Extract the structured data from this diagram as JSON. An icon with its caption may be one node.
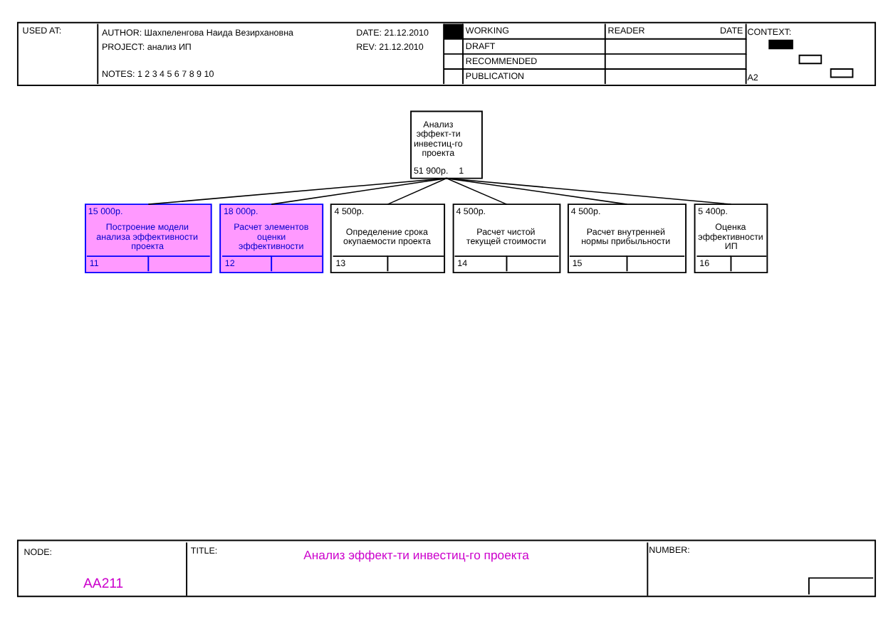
{
  "diagram": {
    "nodes": [
      {
        "text": [
          "Анализ эффект-ти инвестиц-го проекта",
          "51 900р.",
          "1"
        ]
      },
      {
        "text": [
          "15 000р.",
          "Построение модели анализа эффективности проекта",
          "11"
        ]
      },
      {
        "text": [
          "18 000р.",
          "Расчет элементов оценки эффективности",
          "12"
        ]
      },
      {
        "text": [
          "4 500р.",
          "Определение срока окупаемости проекта",
          "13"
        ]
      },
      {
        "text": [
          "4 500р.",
          "Расчет чистой текущей стоимости",
          "14"
        ]
      },
      {
        "text": [
          "4 500р.",
          "Расчет внутренней нормы прибыльности",
          "15"
        ]
      },
      {
        "text": [
          "5 400р.",
          "Оценка эффективности ИП",
          "16"
        ]
      }
    ],
    "edges": [
      {
        "from": 0,
        "to": 1,
        "arrow": "none"
      },
      {
        "from": 0,
        "to": 2,
        "arrow": "none"
      },
      {
        "from": 0,
        "to": 3,
        "arrow": "none"
      },
      {
        "from": 0,
        "to": 4,
        "arrow": "none"
      },
      {
        "from": 0,
        "to": 5,
        "arrow": "none"
      },
      {
        "from": 0,
        "to": 6,
        "arrow": "none"
      }
    ],
    "labels": [
      "USED AT:",
      "AUTHOR: Шахпеленгова Наида Везирхановна",
      "DATE: 21.12.2010",
      "PROJECT: анализ ИП",
      "REV: 21.12.2010",
      "NOTES: 1 2 3 4 5 6 7 8 9 10",
      "WORKING",
      "DRAFT",
      "RECOMMENDED",
      "PUBLICATION",
      "READER",
      "DATE",
      "CONTEXT:",
      "A2",
      "NODE:",
      "AA211",
      "TITLE:",
      "Анализ эффект-ти инвестиц-го проекта",
      "NUMBER:"
    ]
  }
}
